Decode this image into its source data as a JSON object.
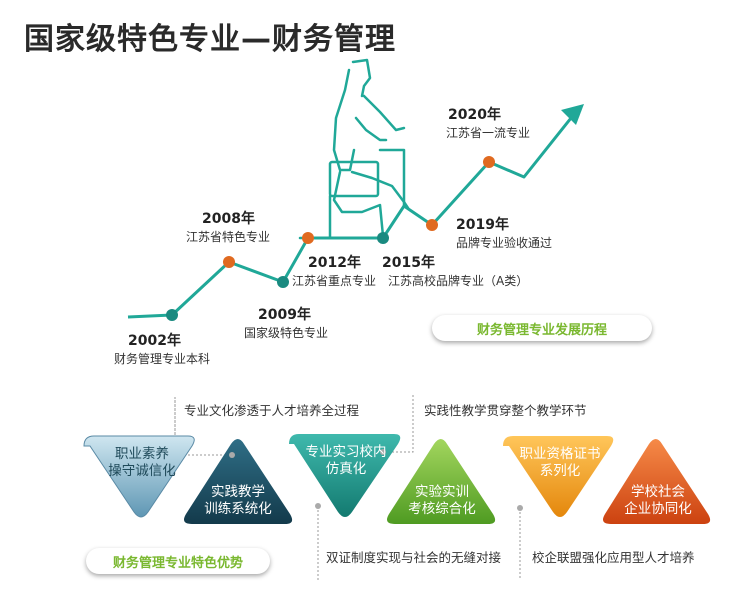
{
  "title": "国家级特色专业—财务管理",
  "milestones": [
    {
      "year": "2002年",
      "desc": "财务管理专业本科"
    },
    {
      "year": "2008年",
      "desc": "江苏省特色专业"
    },
    {
      "year": "2009年",
      "desc": "国家级特色专业"
    },
    {
      "year": "2012年",
      "desc": "江苏省重点专业"
    },
    {
      "year": "2015年",
      "desc": "江苏高校品牌专业（A类）"
    },
    {
      "year": "2019年",
      "desc": "品牌专业验收通过"
    },
    {
      "year": "2020年",
      "desc": "江苏省一流专业"
    }
  ],
  "history_pill": "财务管理专业发展历程",
  "features_pill": "财务管理专业特色优势",
  "notes": {
    "top_left": "专业文化渗透于人才培养全过程",
    "top_right": "实践性教学贯穿整个教学环节",
    "bottom_left": "双证制度实现与社会的无缝对接",
    "bottom_right": "校企联盟强化应用型人才培养"
  },
  "triangles": [
    {
      "line1": "职业素养",
      "line2": "操守诚信化",
      "color": "#8ab8d0"
    },
    {
      "line1": "实践教学",
      "line2": "训练系统化",
      "color": "#1e4e63"
    },
    {
      "line1": "专业实习校内",
      "line2": "仿真化",
      "color": "#2a9a90"
    },
    {
      "line1": "实验实训",
      "line2": "考核综合化",
      "color": "#6ab43a"
    },
    {
      "line1": "职业资格证书",
      "line2": "系列化",
      "color": "#f0a020"
    },
    {
      "line1": "学校社会",
      "line2": "企业协同化",
      "color": "#e0561e"
    }
  ],
  "colors": {
    "teal": "#20a898",
    "orange": "#e06a20",
    "dot_teal": "#1a8a80"
  }
}
